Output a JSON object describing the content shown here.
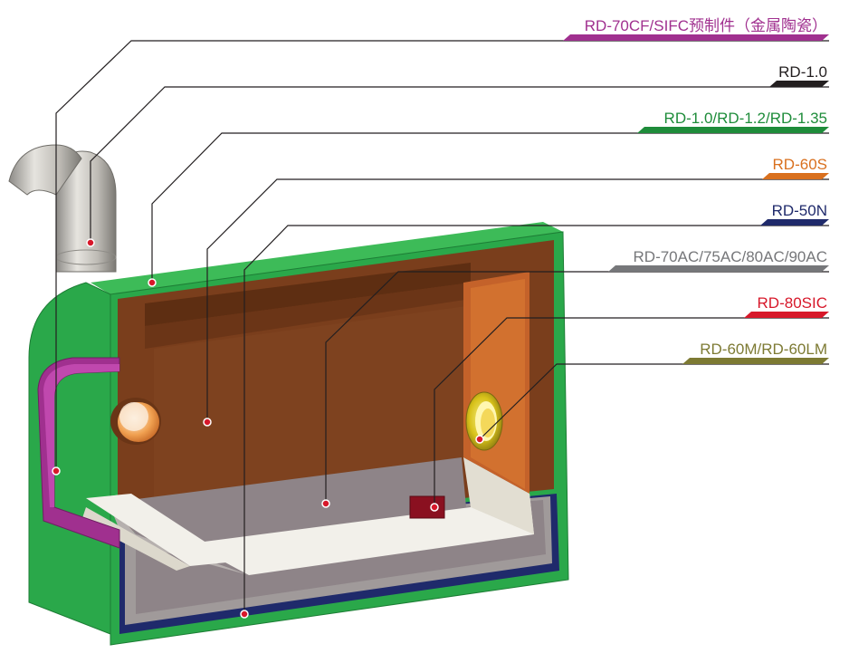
{
  "labels": [
    {
      "id": "metal-ceramic-prefab",
      "text": "RD-70CF/SIFC预制件（金属陶瓷）",
      "color": "#a0308f"
    },
    {
      "id": "rd-1-0",
      "text": "RD-1.0",
      "color": "#231f20"
    },
    {
      "id": "rd-1-series",
      "text": "RD-1.0/RD-1.2/RD-1.35",
      "color": "#1e8c3a"
    },
    {
      "id": "rd-60s",
      "text": "RD-60S",
      "color": "#d9701e"
    },
    {
      "id": "rd-50n",
      "text": "RD-50N",
      "color": "#1f2a6b"
    },
    {
      "id": "rd-70ac-series",
      "text": "RD-70AC/75AC/80AC/90AC",
      "color": "#76777a"
    },
    {
      "id": "rd-80sic",
      "text": "RD-80SIC",
      "color": "#d7182a"
    },
    {
      "id": "rd-60m-series",
      "text": "RD-60M/RD-60LM",
      "color": "#7d7a33"
    }
  ],
  "colors": {
    "outer_shell": "#2aa84a",
    "outer_shell_dark": "#1f8e3a",
    "brick_lining": "#7a3e1c",
    "brick_lining_dark": "#5e2e12",
    "castable_side": "#c4622a",
    "floor_gray": "#8e8488",
    "floor_light": "#e9e6de",
    "insulation_blue": "#1f2a6b",
    "insulation_gray": "#a09a9a",
    "prefab_purple": "#a0308f",
    "pipe_metal": "#c9c7c3",
    "ring_gold": "#d8c21a",
    "sic_red": "#8a1020",
    "leader_line": "#231f20"
  },
  "icons": [
    "pipe-elbow-icon",
    "gold-ring-icon",
    "opening-hole-icon"
  ]
}
